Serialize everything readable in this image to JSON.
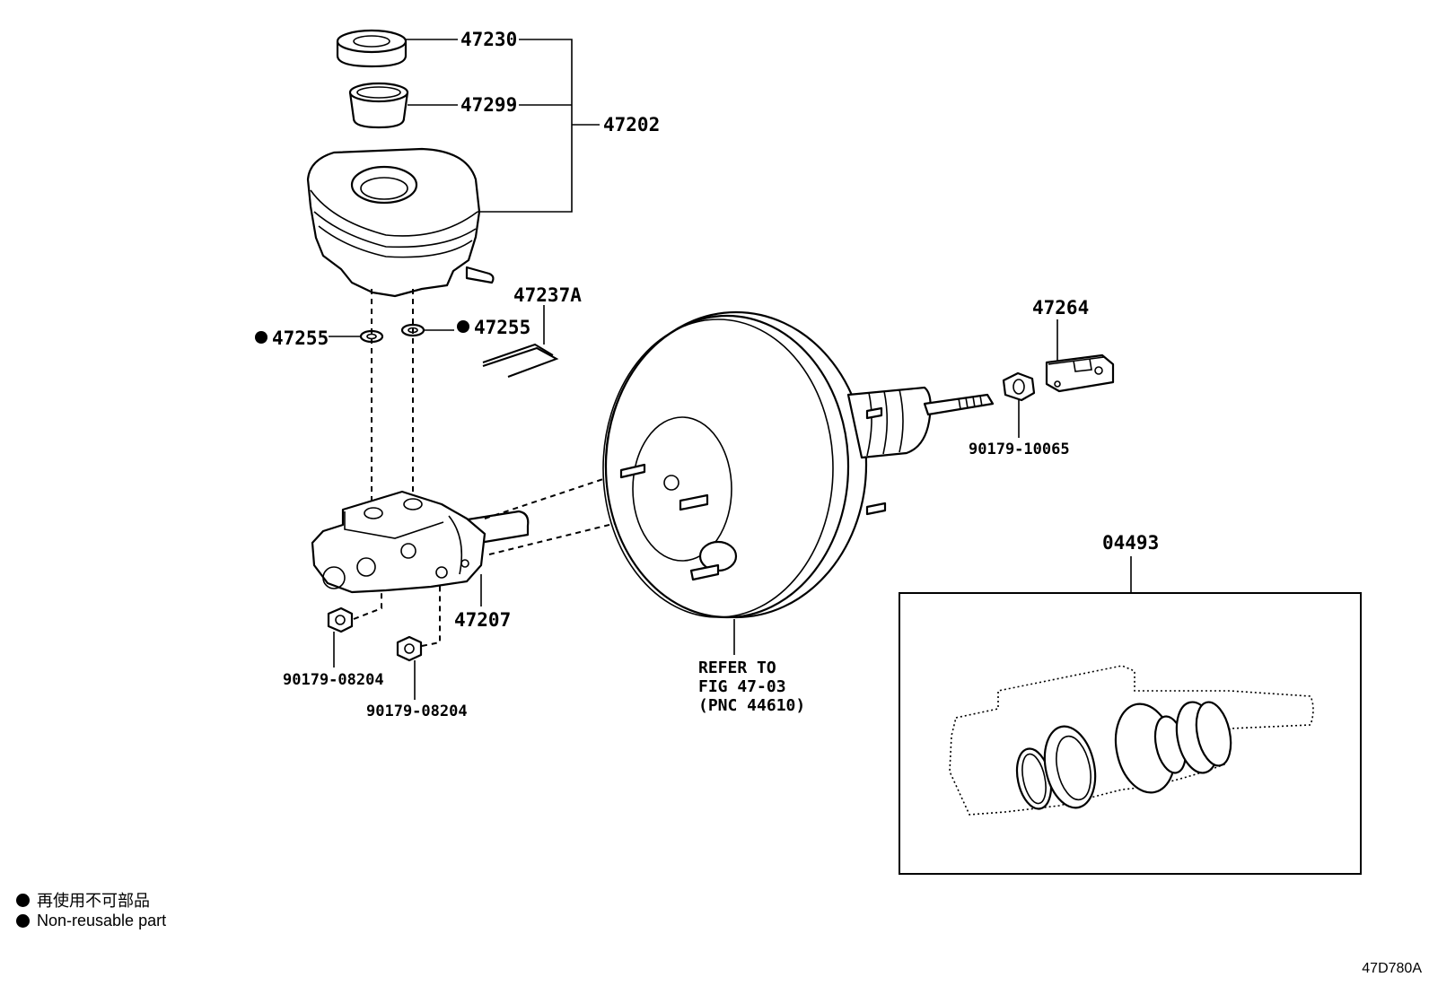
{
  "labels": {
    "cap": "47230",
    "strainer": "47299",
    "reservoir_assy": "47202",
    "pin": "47237A",
    "grommet_left": "47255",
    "grommet_right": "47255",
    "clevis": "47264",
    "clevis_nut": "90179-10065",
    "master_cylinder": "47207",
    "nut_left": "90179-08204",
    "nut_right": "90179-08204",
    "kit": "04493"
  },
  "refer": {
    "line1": "REFER TO",
    "line2": "FIG 47-03",
    "line3": "(PNC 44610)"
  },
  "legend": {
    "jp": "再使用不可部品",
    "en": "Non-reusable part"
  },
  "figure_code": "47D780A"
}
